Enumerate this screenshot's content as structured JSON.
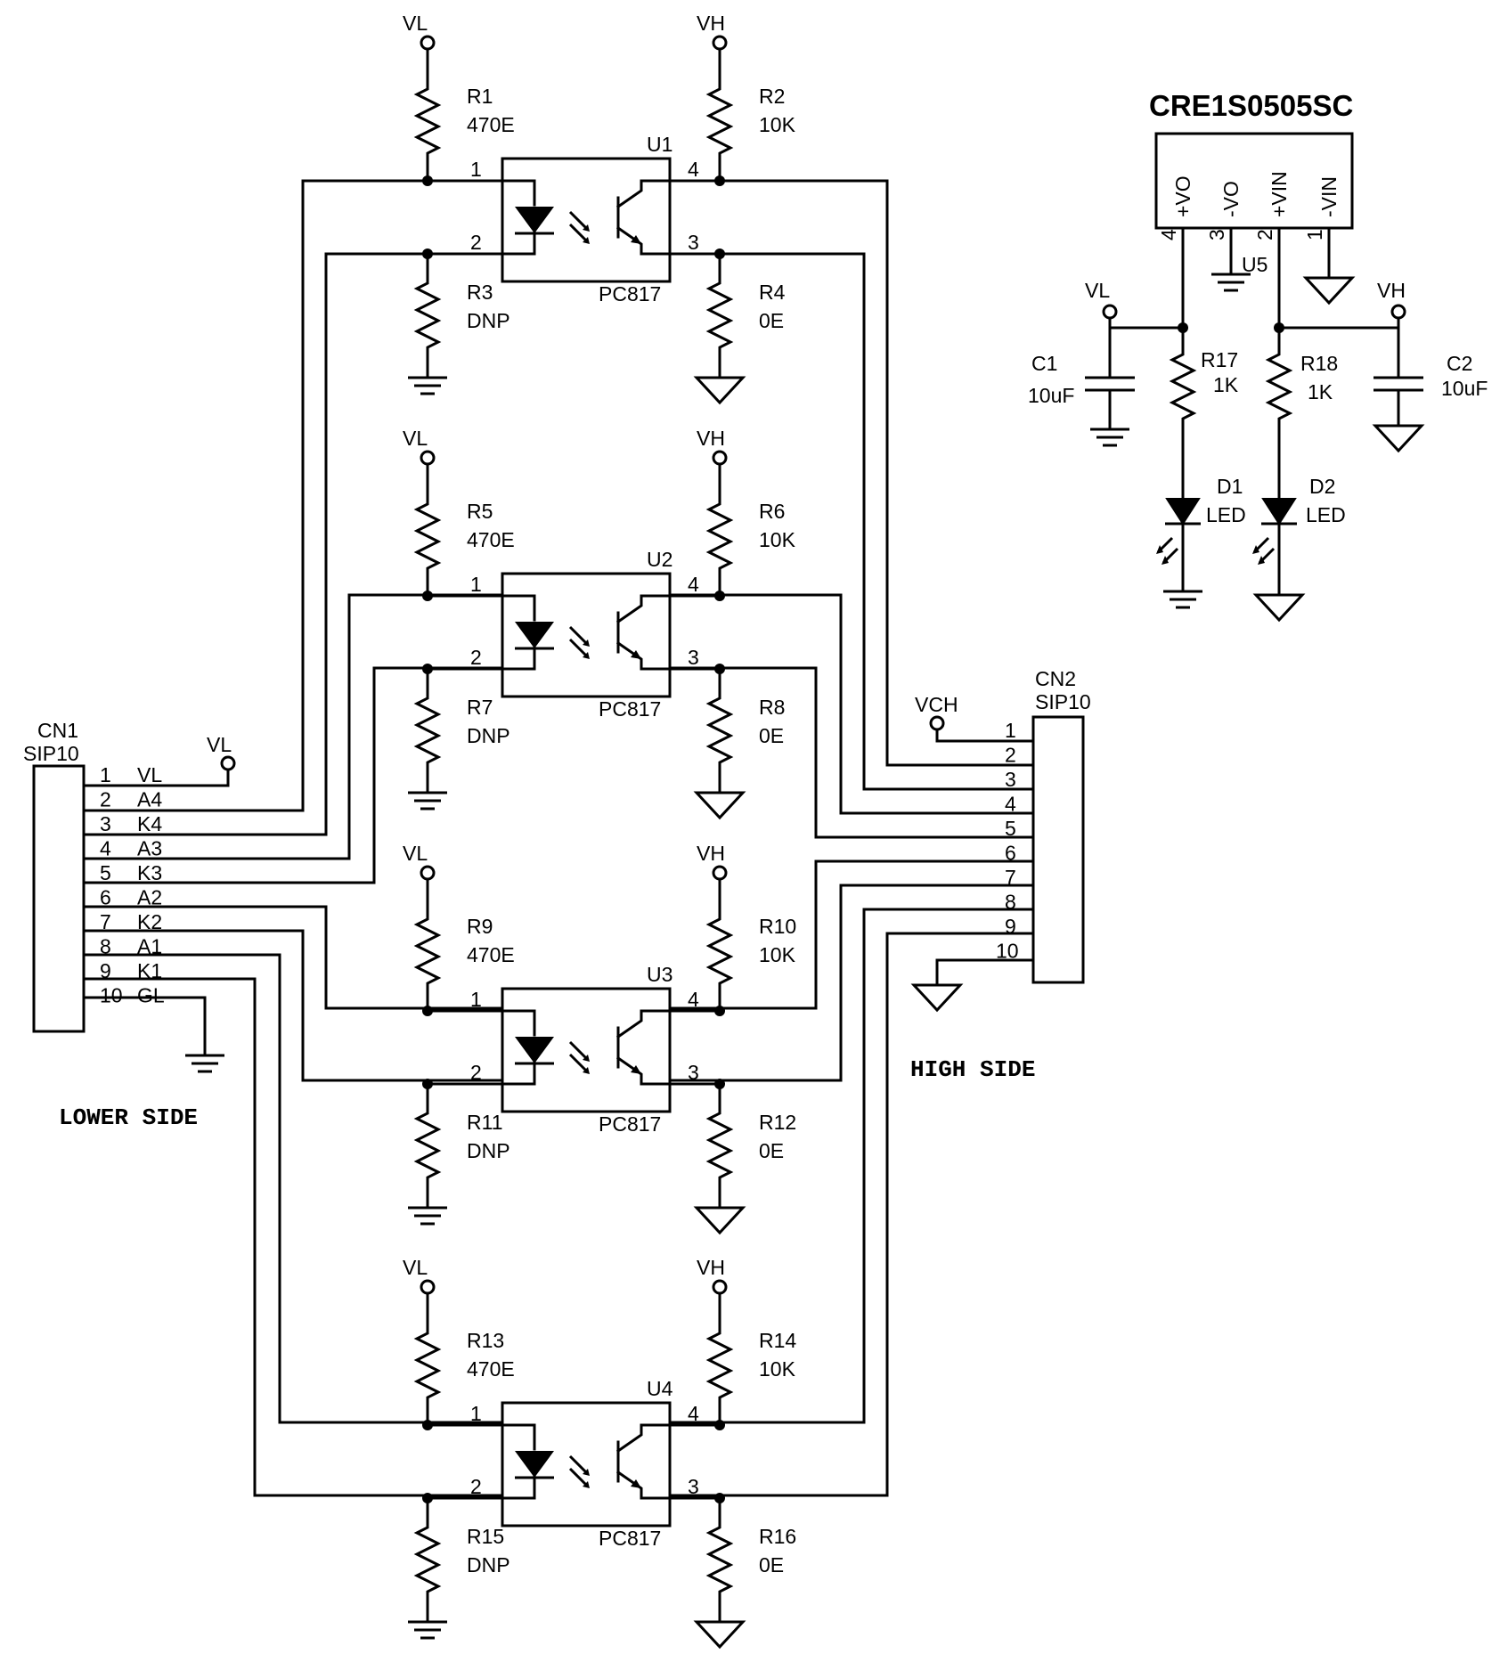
{
  "labels": {
    "module_title": "CRE1S0505SC",
    "lower_side": "LOWER SIDE",
    "high_side": "HIGH SIDE"
  },
  "nets": {
    "vl": "VL",
    "vh": "VH",
    "vch": "VCH"
  },
  "connectors": {
    "cn1": {
      "ref": "CN1",
      "type": "SIP10",
      "pins": [
        {
          "num": "1",
          "name": "VL"
        },
        {
          "num": "2",
          "name": "A4"
        },
        {
          "num": "3",
          "name": "K4"
        },
        {
          "num": "4",
          "name": "A3"
        },
        {
          "num": "5",
          "name": "K3"
        },
        {
          "num": "6",
          "name": "A2"
        },
        {
          "num": "7",
          "name": "K2"
        },
        {
          "num": "8",
          "name": "A1"
        },
        {
          "num": "9",
          "name": "K1"
        },
        {
          "num": "10",
          "name": "GL"
        }
      ]
    },
    "cn2": {
      "ref": "CN2",
      "type": "SIP10",
      "pins": [
        "1",
        "2",
        "3",
        "4",
        "5",
        "6",
        "7",
        "8",
        "9",
        "10"
      ]
    }
  },
  "optocouplers": [
    {
      "ref": "U1",
      "part": "PC817",
      "r_anode": {
        "ref": "R1",
        "value": "470E"
      },
      "r_collector": {
        "ref": "R2",
        "value": "10K"
      },
      "r_cathode": {
        "ref": "R3",
        "value": "DNP"
      },
      "r_emitter": {
        "ref": "R4",
        "value": "0E"
      }
    },
    {
      "ref": "U2",
      "part": "PC817",
      "r_anode": {
        "ref": "R5",
        "value": "470E"
      },
      "r_collector": {
        "ref": "R6",
        "value": "10K"
      },
      "r_cathode": {
        "ref": "R7",
        "value": "DNP"
      },
      "r_emitter": {
        "ref": "R8",
        "value": "0E"
      }
    },
    {
      "ref": "U3",
      "part": "PC817",
      "r_anode": {
        "ref": "R9",
        "value": "470E"
      },
      "r_collector": {
        "ref": "R10",
        "value": "10K"
      },
      "r_cathode": {
        "ref": "R11",
        "value": "DNP"
      },
      "r_emitter": {
        "ref": "R12",
        "value": "0E"
      }
    },
    {
      "ref": "U4",
      "part": "PC817",
      "r_anode": {
        "ref": "R13",
        "value": "470E"
      },
      "r_collector": {
        "ref": "R14",
        "value": "10K"
      },
      "r_cathode": {
        "ref": "R15",
        "value": "DNP"
      },
      "r_emitter": {
        "ref": "R16",
        "value": "0E"
      }
    }
  ],
  "opto_pins": [
    "1",
    "2",
    "3",
    "4"
  ],
  "dcdc": {
    "ref": "U5",
    "pins": [
      {
        "num": "4",
        "name": "+VO"
      },
      {
        "num": "3",
        "name": "-VO"
      },
      {
        "num": "2",
        "name": "+VIN"
      },
      {
        "num": "1",
        "name": "-VIN"
      }
    ]
  },
  "indicator": {
    "c1": {
      "ref": "C1",
      "value": "10uF"
    },
    "c2": {
      "ref": "C2",
      "value": "10uF"
    },
    "r17": {
      "ref": "R17",
      "value": "1K"
    },
    "r18": {
      "ref": "R18",
      "value": "1K"
    },
    "d1": {
      "ref": "D1",
      "value": "LED"
    },
    "d2": {
      "ref": "D2",
      "value": "LED"
    }
  }
}
